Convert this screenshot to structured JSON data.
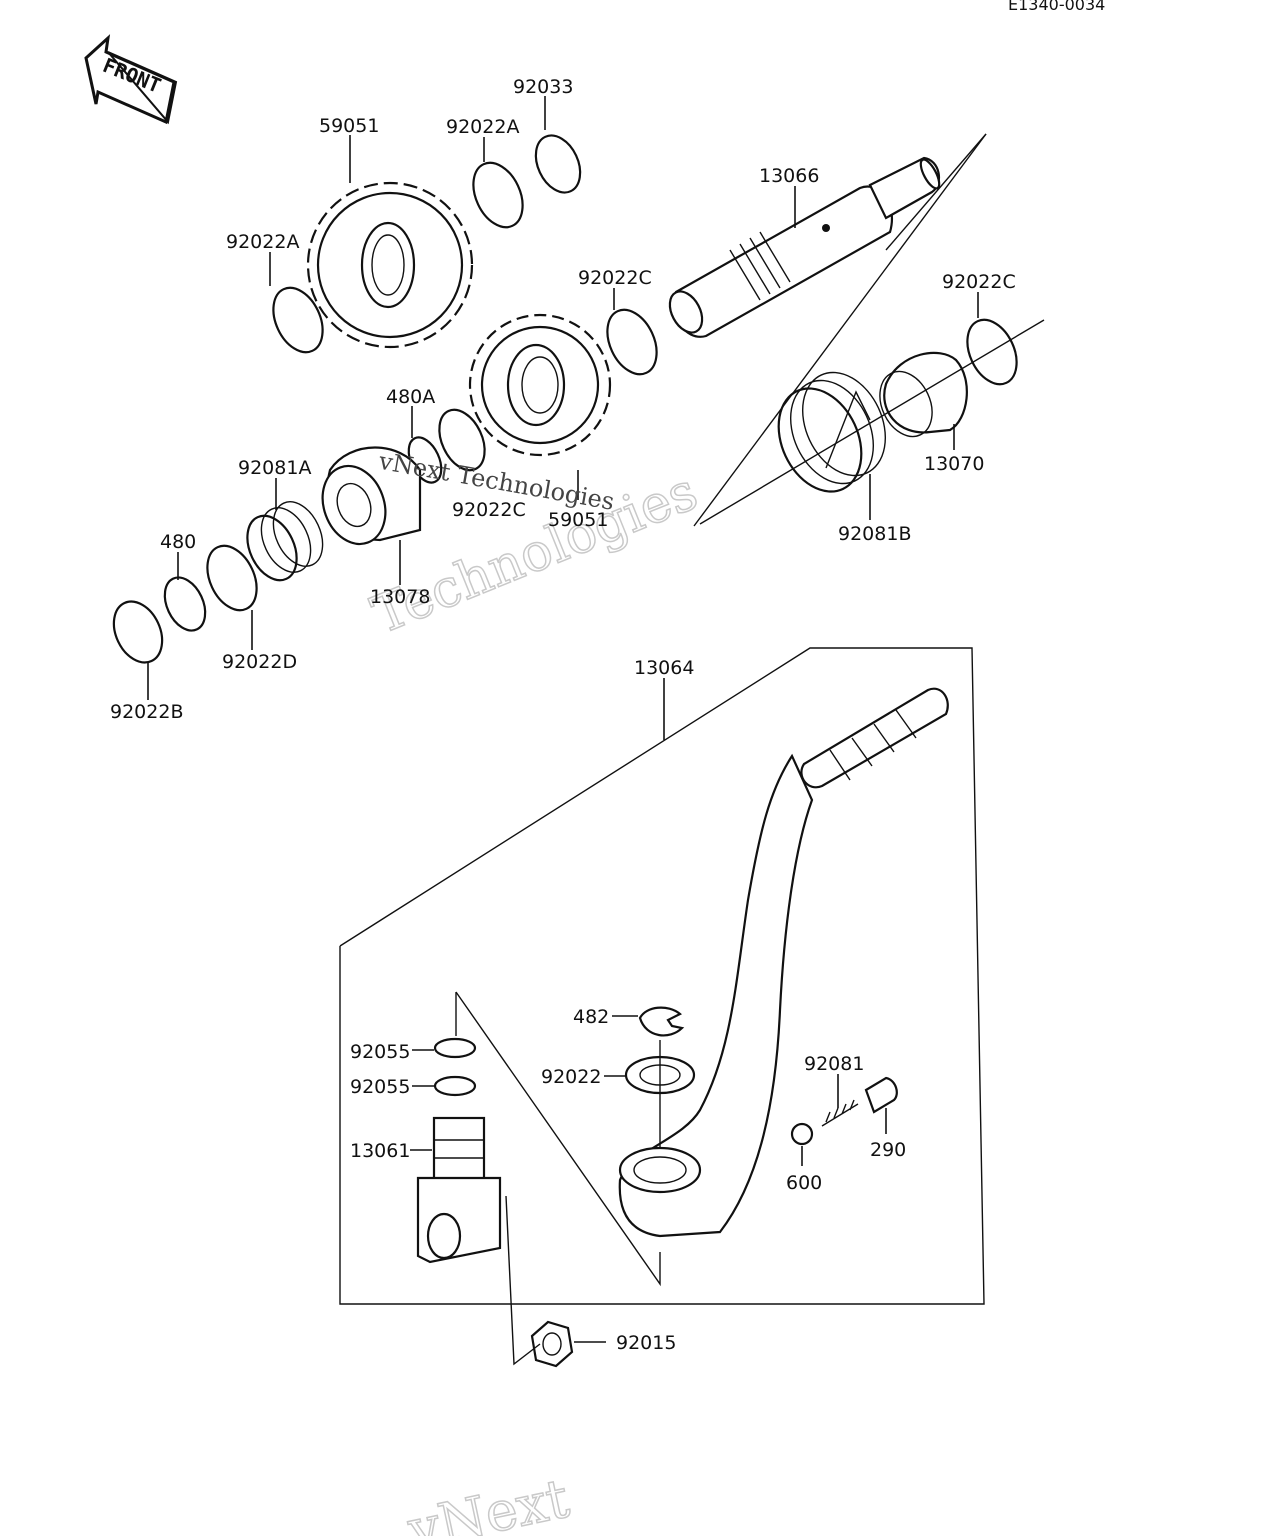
{
  "diagram_code": "E1340-0034",
  "front_marker": "FRONT",
  "watermark": {
    "brand": "vNext",
    "company": "vNext Technologies",
    "word": "Technologies"
  },
  "part_labels": {
    "p92033": "92033",
    "p59051": "59051",
    "p92022A_top": "92022A",
    "p13066": "13066",
    "p92022A_left": "92022A",
    "p92022C_mid": "92022C",
    "p92022C_right": "92022C",
    "p480A": "480A",
    "p13070": "13070",
    "p92081A": "92081A",
    "p92022C_low": "92022C",
    "p59051_low": "59051",
    "p92081B": "92081B",
    "p480": "480",
    "p13078": "13078",
    "p92022D": "92022D",
    "p92022B": "92022B",
    "p13064": "13064",
    "p482": "482",
    "p92055_a": "92055",
    "p92055_b": "92055",
    "p92022": "92022",
    "p92081": "92081",
    "p13061": "13061",
    "p600": "600",
    "p290": "290",
    "p92015": "92015"
  }
}
